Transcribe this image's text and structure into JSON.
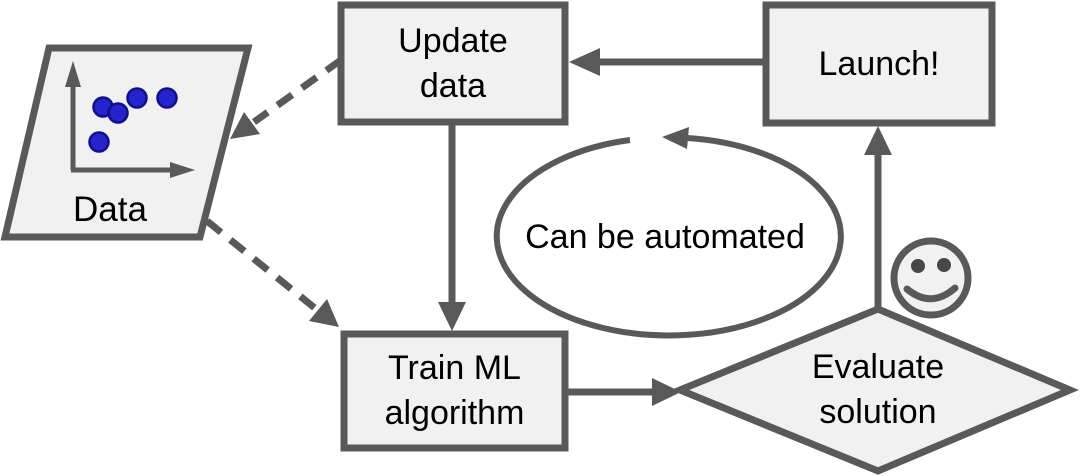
{
  "diagram": {
    "nodes": {
      "data": {
        "label": "Data",
        "shape": "parallelogram"
      },
      "update_data": {
        "label": "Update\ndata",
        "shape": "rectangle"
      },
      "launch": {
        "label": "Launch!",
        "shape": "rectangle"
      },
      "train_ml": {
        "label": "Train ML\nalgorithm",
        "shape": "rectangle"
      },
      "evaluate_solution": {
        "label": "Evaluate\nsolution",
        "shape": "diamond"
      },
      "automation_cycle": {
        "label": "Can be automated",
        "shape": "ellipse-cycle-arrow"
      }
    },
    "edges": [
      {
        "from": "launch",
        "to": "update_data",
        "style": "solid-arrow"
      },
      {
        "from": "update_data",
        "to": "data",
        "style": "dashed-arrow"
      },
      {
        "from": "data",
        "to": "train_ml",
        "style": "dashed-arrow"
      },
      {
        "from": "update_data",
        "to": "train_ml",
        "style": "solid-arrow"
      },
      {
        "from": "train_ml",
        "to": "evaluate_solution",
        "style": "solid-arrow"
      },
      {
        "from": "evaluate_solution",
        "to": "launch",
        "style": "solid-arrow"
      }
    ],
    "icons": {
      "scatter_plot": "scatter-plot-icon inside Data parallelogram (axes with 5 blue dots)",
      "smiley": "smiley-face-icon beside Evaluate solution diamond"
    },
    "colors": {
      "line": "#58595b",
      "shape_fill": "#f1f1f2",
      "background": "#ffffff",
      "scatter_dot": "#2323cf",
      "text": "#000000"
    }
  }
}
